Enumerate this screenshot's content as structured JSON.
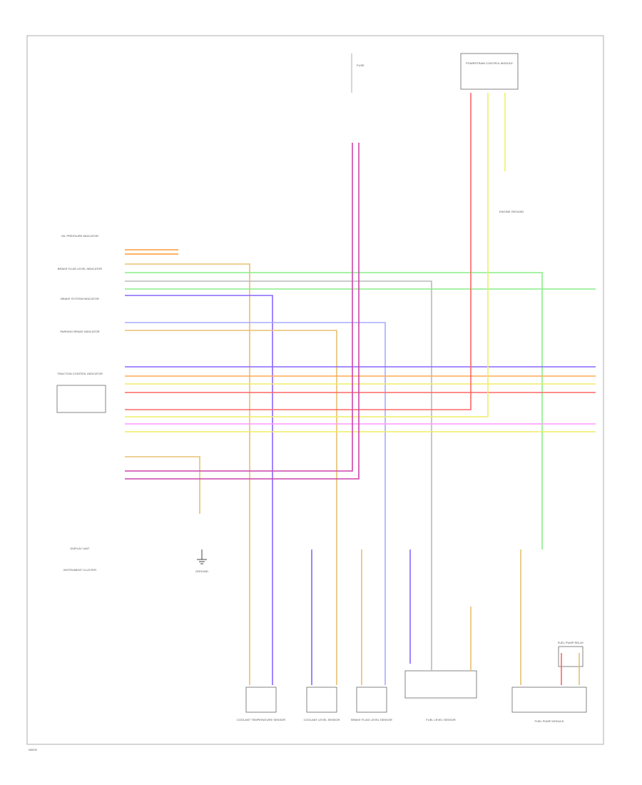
{
  "footer_code": "N0000",
  "left_cluster": {
    "labels": [
      "OIL PRESSURE INDICATOR",
      "BRAKE FLUID LEVEL INDICATOR",
      "BRAKE SYSTEM INDICATOR",
      "PARKING BRAKE INDICATOR",
      "TRACTION CONTROL INDICATOR",
      "DISPLAY UNIT",
      "INSTRUMENT CLUSTER"
    ]
  },
  "components": {
    "fuse_top": "FUSE",
    "module_top": "POWERTRAIN CONTROL MODULE",
    "engine_ground_note": "ENGINE GROUND",
    "bottom": [
      "COOLANT TEMPERATURE SENSOR",
      "COOLANT LEVEL SENSOR",
      "BRAKE FLUID LEVEL SENSOR",
      "FUEL LEVEL SENSOR",
      "FUEL PUMP MODULE"
    ],
    "ground": "GROUND",
    "relay": "FUEL PUMP RELAY"
  },
  "wires": [
    {
      "name": "wire-orange-1",
      "color": "#ff9933"
    },
    {
      "name": "wire-tan",
      "color": "#e8c070"
    },
    {
      "name": "wire-green",
      "color": "#88ee88"
    },
    {
      "name": "wire-gray",
      "color": "#bbbbbb"
    },
    {
      "name": "wire-violet",
      "color": "#8866ff"
    },
    {
      "name": "wire-blue",
      "color": "#aaaaff"
    },
    {
      "name": "wire-yellow",
      "color": "#eeee66"
    },
    {
      "name": "wire-orange-2",
      "color": "#ffaa55"
    },
    {
      "name": "wire-red",
      "color": "#ff6666"
    },
    {
      "name": "wire-pink",
      "color": "#ff99ff"
    },
    {
      "name": "wire-magenta",
      "color": "#cc44aa"
    }
  ]
}
